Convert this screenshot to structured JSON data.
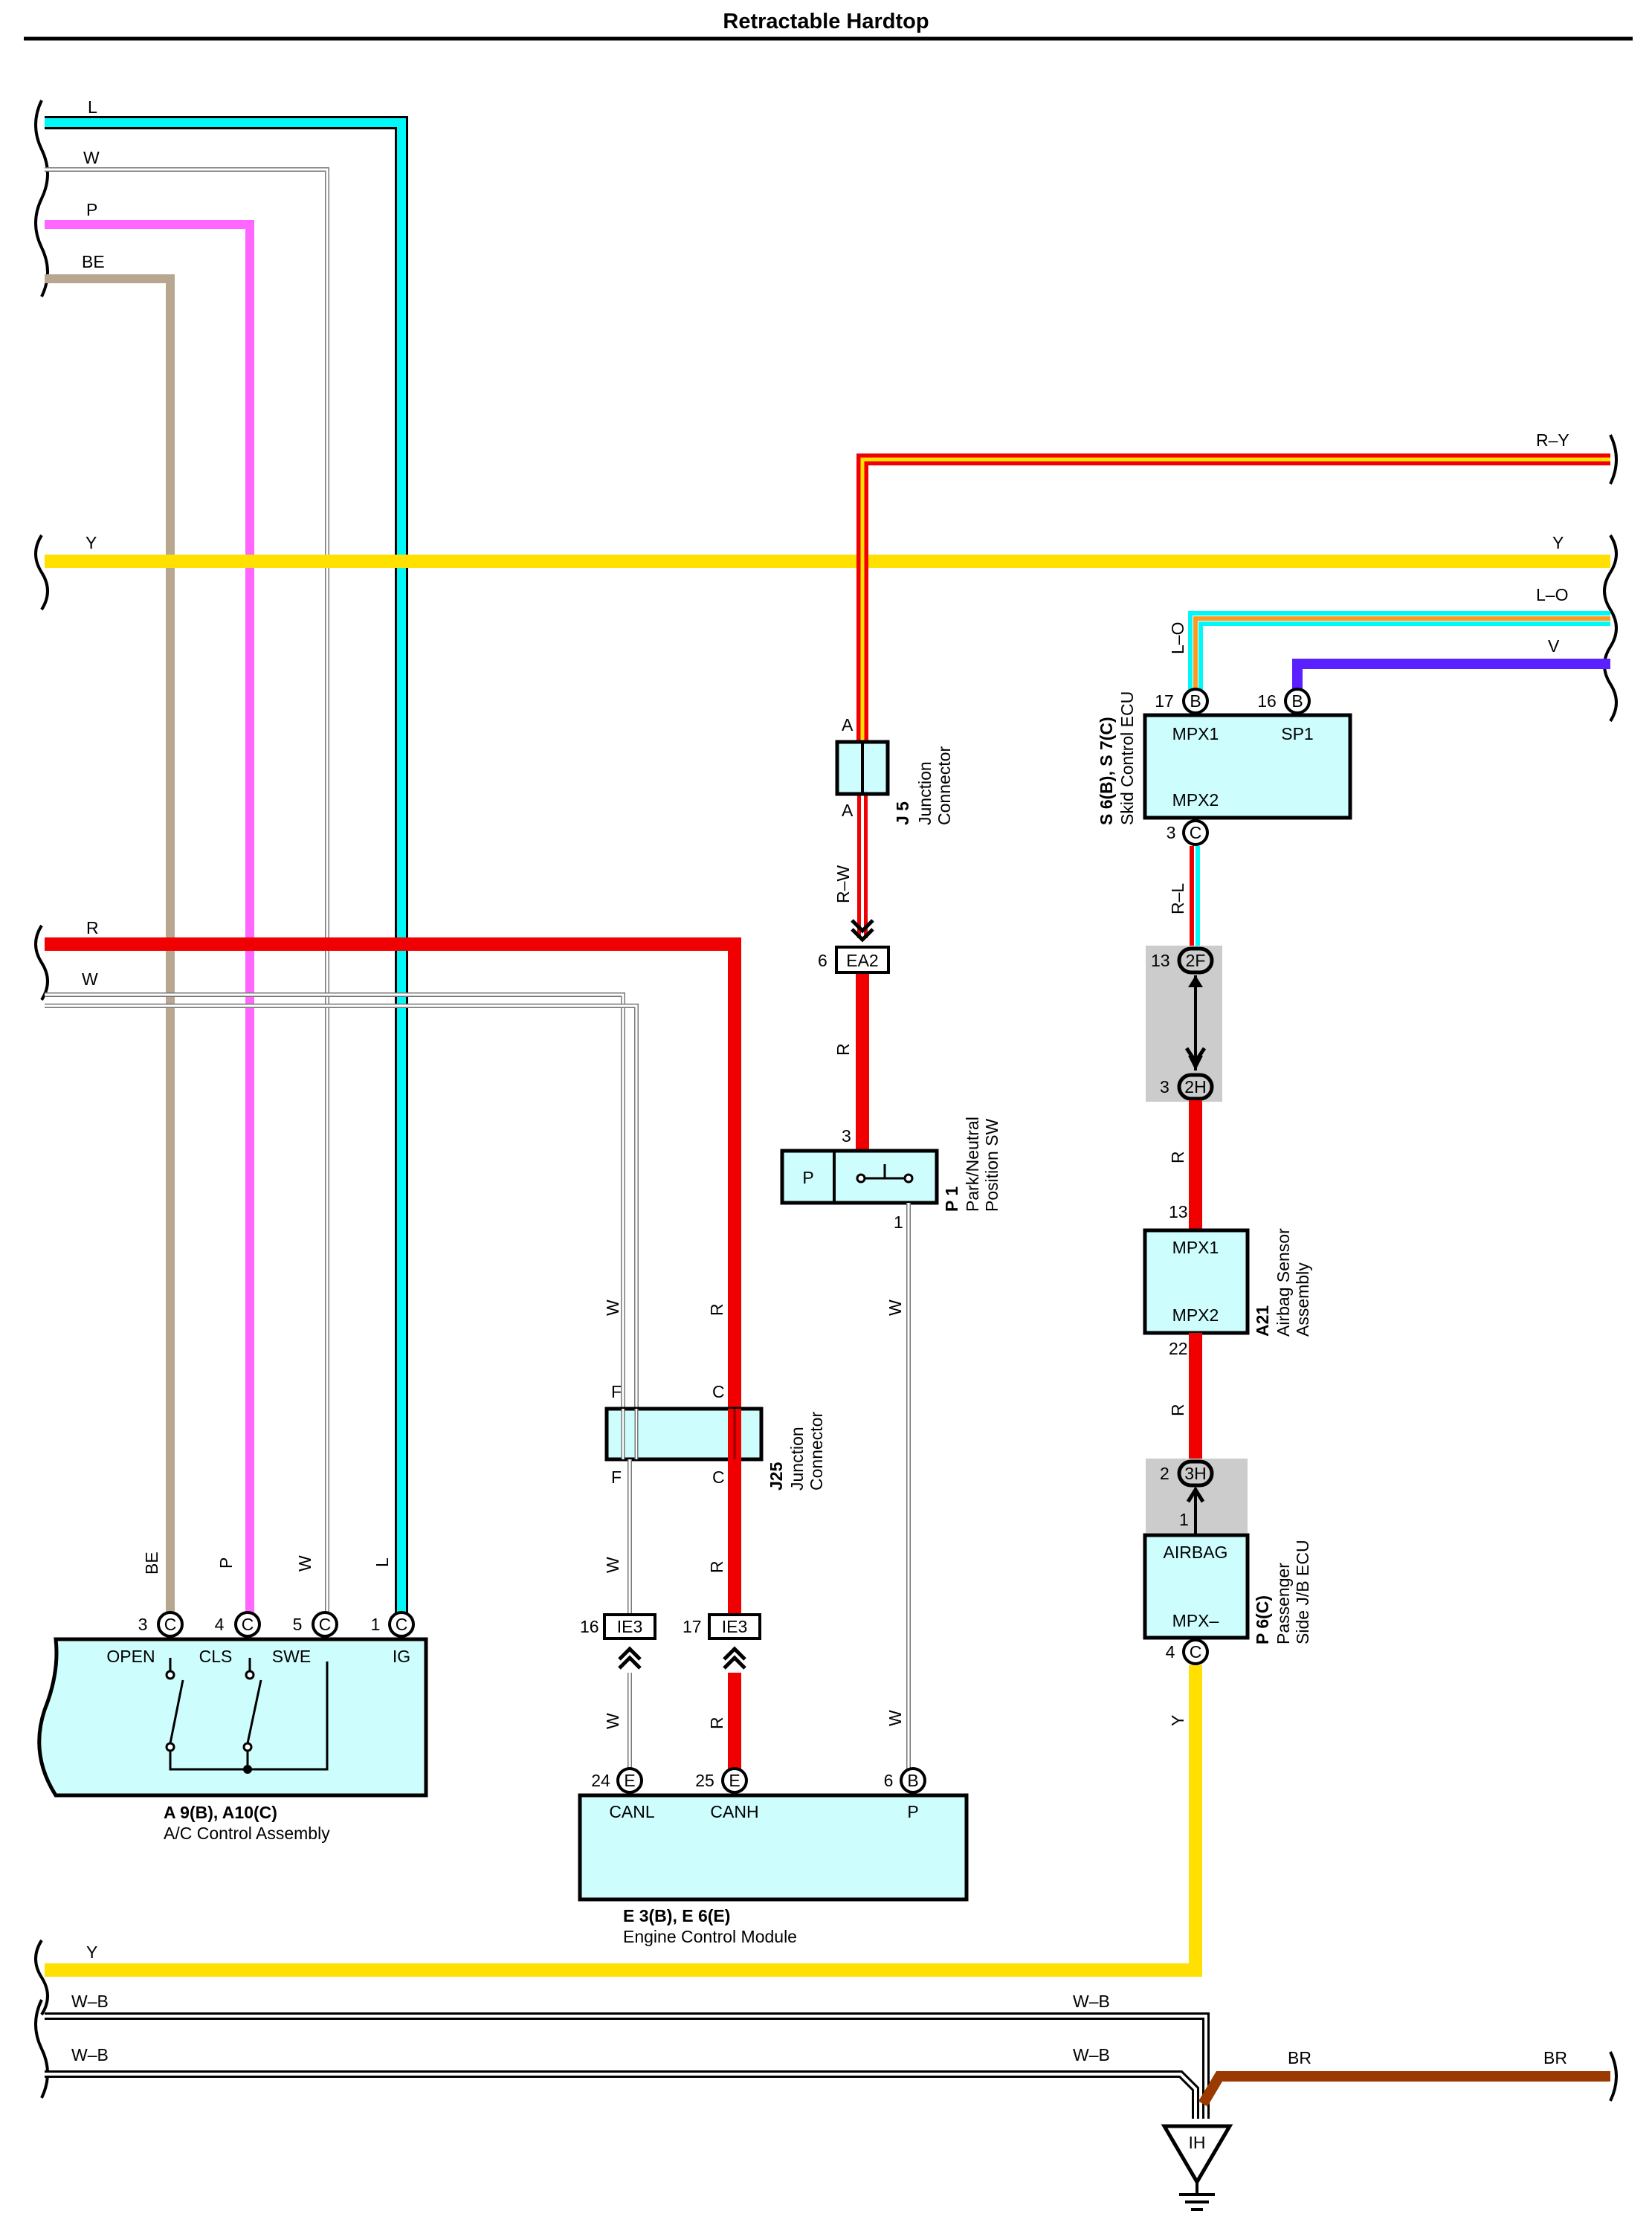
{
  "title": "Retractable Hardtop",
  "colors": {
    "L": "#00f8f8",
    "W": "#ffffff",
    "P": "#ff66ff",
    "BE": "#b8a690",
    "Y": "#ffe000",
    "R": "#f00000",
    "R-Y": "#f00000",
    "L-O": "#00f8f8",
    "V": "#5a20ff",
    "BR": "#9a3a00",
    "box": "#cdfdfd",
    "shade": "#cccccc"
  },
  "wire_labels": {
    "left_L": "L",
    "left_W": "W",
    "left_P": "P",
    "left_BE": "BE",
    "left_Y": "Y",
    "right_Y": "Y",
    "right_RY": "R–Y",
    "right_LO": "L–O",
    "right_V": "V",
    "left_R": "R",
    "left_W2": "W",
    "ac_BE": "BE",
    "ac_P": "P",
    "ac_W": "W",
    "ac_L": "L",
    "j5_RW": "R–W",
    "j5_R": "R",
    "ecm_W1": "W",
    "ecm_R1": "R",
    "ecm_W2": "W",
    "ecm_R2": "R",
    "ecm_W3": "W",
    "ecm_R3": "R",
    "p1_W1": "W",
    "p1_W2": "W",
    "s6_LO": "L–O",
    "s6_RL": "R–L",
    "s6_R": "R",
    "a21_R": "R",
    "p6_Y": "Y",
    "bottom_Y": "Y",
    "bottom_WB1": "W–B",
    "bottom_WB1r": "W–B",
    "bottom_WB2": "W–B",
    "bottom_WB2r": "W–B",
    "bottom_BR": "BR",
    "bottom_BRr": "BR"
  },
  "components": {
    "ac": {
      "id": "A 9(B), A10(C)",
      "name": "A/C Control Assembly",
      "pins": [
        {
          "num": "3",
          "conn": "C",
          "label": "OPEN"
        },
        {
          "num": "4",
          "conn": "C",
          "label": "CLS"
        },
        {
          "num": "5",
          "conn": "C",
          "label": "SWE"
        },
        {
          "num": "1",
          "conn": "C",
          "label": "IG"
        }
      ]
    },
    "ecm": {
      "id": "E 3(B), E 6(E)",
      "name": "Engine Control Module",
      "pins": [
        {
          "num": "24",
          "conn": "E",
          "label": "CANL"
        },
        {
          "num": "25",
          "conn": "E",
          "label": "CANH"
        },
        {
          "num": "6",
          "conn": "B",
          "label": "P"
        }
      ]
    },
    "j5": {
      "id": "J 5",
      "name1": "Junction",
      "name2": "Connector",
      "top": "A",
      "bottom": "A"
    },
    "j25": {
      "id": "J25",
      "name1": "Junction",
      "name2": "Connector",
      "pin_f_top": "F",
      "pin_c_top": "C",
      "pin_f_bot": "F",
      "pin_c_bot": "C"
    },
    "p1": {
      "id": "P 1",
      "name1": "Park/Neutral",
      "name2": "Position SW",
      "pin_top": "3",
      "pin_bot": "1",
      "label": "P"
    },
    "ea2": {
      "num": "6",
      "label": "EA2"
    },
    "ie3a": {
      "num": "16",
      "label": "IE3"
    },
    "ie3b": {
      "num": "17",
      "label": "IE3"
    },
    "skid": {
      "id": "S 6(B), S 7(C)",
      "name": "Skid Control ECU",
      "pin17": {
        "num": "17",
        "conn": "B",
        "label": "MPX1"
      },
      "pin16": {
        "num": "16",
        "conn": "B",
        "label": "SP1"
      },
      "pin3": {
        "num": "3",
        "conn": "C",
        "label": "MPX2"
      }
    },
    "c2f": {
      "num": "13",
      "label": "2F"
    },
    "c2h": {
      "num": "3",
      "label": "2H"
    },
    "a21": {
      "id": "A21",
      "name1": "Airbag Sensor",
      "name2": "Assembly",
      "pin_top": "13",
      "pin_bot": "22",
      "l1": "MPX1",
      "l2": "MPX2"
    },
    "c3h": {
      "num": "2",
      "label": "3H",
      "pin_below": "1"
    },
    "p6": {
      "id": "P 6(C)",
      "name1": "Passenger",
      "name2": "Side J/B ECU",
      "l1": "AIRBAG",
      "l2": "MPX–",
      "pin": {
        "num": "4",
        "conn": "C"
      }
    },
    "ground": {
      "label": "IH"
    }
  }
}
